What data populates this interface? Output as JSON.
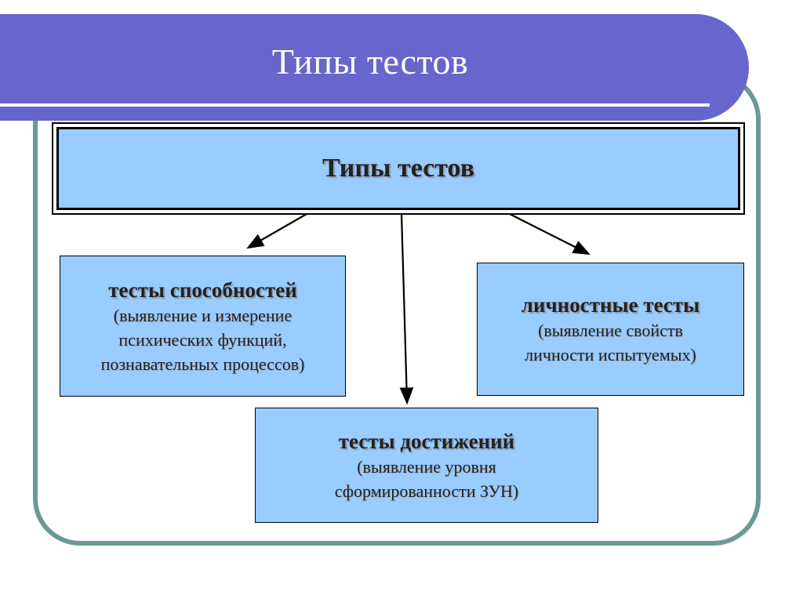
{
  "slide": {
    "title": "Типы тестов"
  },
  "diagram": {
    "root": {
      "label": "Типы тестов"
    },
    "nodes": {
      "abilities": {
        "title": "тесты способностей",
        "description_lines": [
          "(выявление и измерение",
          "психических функций,",
          "познавательных процессов)"
        ]
      },
      "personality": {
        "title": "личностные тесты",
        "description_lines": [
          "(выявление свойств",
          "личности испытуемых)"
        ]
      },
      "achievement": {
        "title": "тесты достижений",
        "description_lines": [
          "(выявление уровня",
          "сформированности ЗУН)"
        ]
      }
    },
    "edges": [
      {
        "from": "root",
        "to": "abilities"
      },
      {
        "from": "root",
        "to": "achievement"
      },
      {
        "from": "root",
        "to": "personality"
      }
    ]
  },
  "colors": {
    "title_band": "#6666cc",
    "frame_border": "#6a9a96",
    "box_fill": "#99ccff",
    "text": "#222222"
  }
}
